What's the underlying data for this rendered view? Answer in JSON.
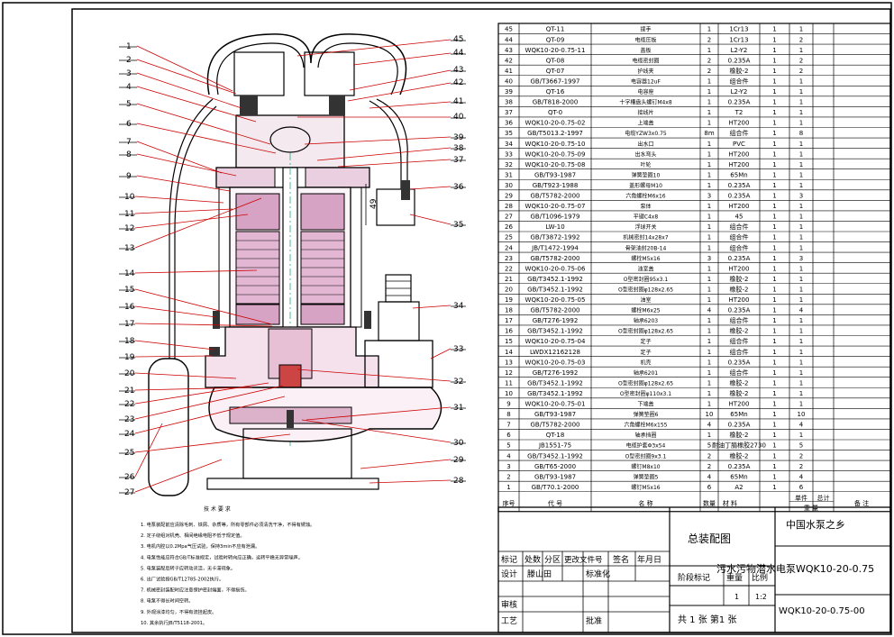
{
  "callouts_left": [
    "1",
    "2",
    "3",
    "4",
    "5",
    "6",
    "7",
    "8",
    "9",
    "10",
    "11",
    "12",
    "13",
    "14",
    "15",
    "16",
    "17",
    "18",
    "19",
    "20",
    "21",
    "22",
    "23",
    "24",
    "25",
    "26",
    "27"
  ],
  "callouts_right": [
    "45",
    "44",
    "43",
    "42",
    "41",
    "40",
    "39",
    "38",
    "37",
    "36",
    "35",
    "34",
    "33",
    "32",
    "31",
    "30",
    "29",
    "28"
  ],
  "dimension": "49",
  "sub_caption": "技 术 要 求",
  "notes": [
    "1. 电泵装配前应清除毛刺、铁屑、杂质等，所有零部件必须清洗干净，不得有锈蚀。",
    "2. 定子绕组对机壳、相间绝缘电阻不低于规定值。",
    "3. 电机内腔以0.2Mpa气压试验，保持3min不应有泄漏。",
    "4. 电泵性能应符合GB/T标准规定，试验时转向应正确，运转平稳无异常噪声。",
    "5. 电泵装配后转子应转动灵活，无卡滞现象。",
    "6. 出厂试验按GB/T12785-2002执行。",
    "7. 机械密封装配时应注意保护密封端面，不得损伤。",
    "8. 电泵不得长时间空转。",
    "9. 外观涂漆均匀，不得有流挂起皮。",
    "10. 其余执行JB/T5118-2001。"
  ],
  "bom": {
    "rows": [
      {
        "no": "45",
        "code": "QT-11",
        "name": "提手",
        "qty": "1",
        "mat": "1Cr13",
        "u": "1",
        "t": "1"
      },
      {
        "no": "44",
        "code": "QT-09",
        "name": "电缆压板",
        "qty": "2",
        "mat": "1Cr13",
        "u": "1",
        "t": "2"
      },
      {
        "no": "43",
        "code": "WQK10-20-0.75-11",
        "name": "盖板",
        "qty": "1",
        "mat": "L2-Y2",
        "u": "1",
        "t": "1"
      },
      {
        "no": "42",
        "code": "QT-08",
        "name": "电缆密封圈",
        "qty": "2",
        "mat": "0.235A",
        "u": "1",
        "t": "2"
      },
      {
        "no": "41",
        "code": "QT-07",
        "name": "护线夹",
        "qty": "2",
        "mat": "橡胶-2",
        "u": "1",
        "t": "2"
      },
      {
        "no": "40",
        "code": "GB/T3667-1997",
        "name": "电容器12uF",
        "qty": "1",
        "mat": "组合件",
        "u": "1",
        "t": "1"
      },
      {
        "no": "39",
        "code": "QT-16",
        "name": "电容座",
        "qty": "1",
        "mat": "L2-Y2",
        "u": "1",
        "t": "1"
      },
      {
        "no": "38",
        "code": "GB/T818-2000",
        "name": "十字槽盘头螺钉M4x8",
        "qty": "1",
        "mat": "0.235A",
        "u": "1",
        "t": "1"
      },
      {
        "no": "37",
        "code": "QT-0",
        "name": "接线片",
        "qty": "1",
        "mat": "T2",
        "u": "1",
        "t": "1"
      },
      {
        "no": "36",
        "code": "WQK10-20-0.75-02",
        "name": "上端盖",
        "qty": "1",
        "mat": "HT200",
        "u": "1",
        "t": "1"
      },
      {
        "no": "35",
        "code": "GB/T5013.2-1997",
        "name": "电缆YZW3x0.75",
        "qty": "8m",
        "mat": "组合件",
        "u": "1",
        "t": "8"
      },
      {
        "no": "34",
        "code": "WQK10-20-0.75-10",
        "name": "出水口",
        "qty": "1",
        "mat": "PVC",
        "u": "1",
        "t": "1"
      },
      {
        "no": "33",
        "code": "WQK10-20-0.75-09",
        "name": "出水弯头",
        "qty": "1",
        "mat": "HT200",
        "u": "1",
        "t": "1"
      },
      {
        "no": "32",
        "code": "WQK10-20-0.75-08",
        "name": "叶轮",
        "qty": "1",
        "mat": "HT200",
        "u": "1",
        "t": "1"
      },
      {
        "no": "31",
        "code": "GB/T93-1987",
        "name": "弹簧垫圈10",
        "qty": "1",
        "mat": "65Mn",
        "u": "1",
        "t": "1"
      },
      {
        "no": "30",
        "code": "GB/T923-1988",
        "name": "盖形螺母M10",
        "qty": "1",
        "mat": "0.235A",
        "u": "1",
        "t": "1"
      },
      {
        "no": "29",
        "code": "GB/T5782-2000",
        "name": "六角螺栓M6x16",
        "qty": "3",
        "mat": "0.235A",
        "u": "1",
        "t": "3"
      },
      {
        "no": "28",
        "code": "WQK10-20-0.75-07",
        "name": "泵体",
        "qty": "1",
        "mat": "HT200",
        "u": "1",
        "t": "1"
      },
      {
        "no": "27",
        "code": "GB/T1096-1979",
        "name": "平键C4x8",
        "qty": "1",
        "mat": "45",
        "u": "1",
        "t": "1"
      },
      {
        "no": "26",
        "code": "LW-10",
        "name": "浮球开关",
        "qty": "1",
        "mat": "组合件",
        "u": "1",
        "t": "1"
      },
      {
        "no": "25",
        "code": "GB/T3872-1992",
        "name": "机械密封14x28x7",
        "qty": "1",
        "mat": "组合件",
        "u": "1",
        "t": "1"
      },
      {
        "no": "24",
        "code": "JB/T1472-1994",
        "name": "骨架油封20B-14",
        "qty": "1",
        "mat": "组合件",
        "u": "1",
        "t": "1"
      },
      {
        "no": "23",
        "code": "GB/T5782-2000",
        "name": "螺栓M5x16",
        "qty": "3",
        "mat": "0.235A",
        "u": "1",
        "t": "3"
      },
      {
        "no": "22",
        "code": "WQK10-20-0.75-06",
        "name": "油室盖",
        "qty": "1",
        "mat": "HT200",
        "u": "1",
        "t": "1"
      },
      {
        "no": "21",
        "code": "GB/T3452.1-1992",
        "name": "O型密封圈95x3.1",
        "qty": "1",
        "mat": "橡胶-2",
        "u": "1",
        "t": "1"
      },
      {
        "no": "20",
        "code": "GB/T3452.1-1992",
        "name": "O型密封圈φ128x2.65",
        "qty": "1",
        "mat": "橡胶-2",
        "u": "1",
        "t": "1"
      },
      {
        "no": "19",
        "code": "WQK10-20-0.75-05",
        "name": "油室",
        "qty": "1",
        "mat": "HT200",
        "u": "1",
        "t": "1"
      },
      {
        "no": "18",
        "code": "GB/T5782-2000",
        "name": "螺栓M6x25",
        "qty": "4",
        "mat": "0.235A",
        "u": "1",
        "t": "4"
      },
      {
        "no": "17",
        "code": "GB/T276-1992",
        "name": "轴承6203",
        "qty": "1",
        "mat": "组合件",
        "u": "1",
        "t": "1"
      },
      {
        "no": "16",
        "code": "GB/T3452.1-1992",
        "name": "O型密封圈φ128x2.65",
        "qty": "1",
        "mat": "橡胶-2",
        "u": "1",
        "t": "1"
      },
      {
        "no": "15",
        "code": "WQK10-20-0.75-04",
        "name": "定子",
        "qty": "1",
        "mat": "组合件",
        "u": "1",
        "t": "1"
      },
      {
        "no": "14",
        "code": "LWDX12162128",
        "name": "定子",
        "qty": "1",
        "mat": "组合件",
        "u": "1",
        "t": "1"
      },
      {
        "no": "13",
        "code": "WQK10-20-0.75-03",
        "name": "机壳",
        "qty": "1",
        "mat": "0.235A",
        "u": "1",
        "t": "1"
      },
      {
        "no": "12",
        "code": "GB/T276-1992",
        "name": "轴承6201",
        "qty": "1",
        "mat": "组合件",
        "u": "1",
        "t": "1"
      },
      {
        "no": "11",
        "code": "GB/T3452.1-1992",
        "name": "O型密封圈φ128x2.65",
        "qty": "1",
        "mat": "橡胶-2",
        "u": "1",
        "t": "1"
      },
      {
        "no": "10",
        "code": "GB/T3452.1-1992",
        "name": "O型密封圈φ110x3.1",
        "qty": "1",
        "mat": "橡胶-2",
        "u": "1",
        "t": "1"
      },
      {
        "no": "9",
        "code": "WQK10-20-0.75-01",
        "name": "下端盖",
        "qty": "1",
        "mat": "HT200",
        "u": "1",
        "t": "1"
      },
      {
        "no": "8",
        "code": "GB/T93-1987",
        "name": "弹簧垫圈6",
        "qty": "10",
        "mat": "65Mn",
        "u": "1",
        "t": "10"
      },
      {
        "no": "7",
        "code": "GB/T5782-2000",
        "name": "六角螺栓M6x155",
        "qty": "4",
        "mat": "0.235A",
        "u": "1",
        "t": "4"
      },
      {
        "no": "6",
        "code": "QT-18",
        "name": "轴承挡圈",
        "qty": "1",
        "mat": "橡胶-2",
        "u": "1",
        "t": "1"
      },
      {
        "no": "5",
        "code": "JB1551-75",
        "name": "电缆护套Φ3x54",
        "qty": "5",
        "mat": "耐油丁腈橡胶2730",
        "u": "1",
        "t": "5"
      },
      {
        "no": "4",
        "code": "GB/T3452.1-1992",
        "name": "O型密封圈9x3.1",
        "qty": "2",
        "mat": "橡胶-2",
        "u": "1",
        "t": "2"
      },
      {
        "no": "3",
        "code": "GB/T65-2000",
        "name": "螺钉M8x10",
        "qty": "2",
        "mat": "0.235A",
        "u": "1",
        "t": "2"
      },
      {
        "no": "2",
        "code": "GB/T93-1987",
        "name": "弹簧垫圈5",
        "qty": "4",
        "mat": "65Mn",
        "u": "1",
        "t": "4"
      },
      {
        "no": "1",
        "code": "GB/T70.1-2000",
        "name": "螺钉M5x16",
        "qty": "6",
        "mat": "A2",
        "u": "1",
        "t": "6"
      }
    ],
    "header": {
      "no": "序号",
      "code": "代 号",
      "name": "名 称",
      "qty": "数量",
      "mat": "材 料",
      "unit": "单件",
      "total": "总计",
      "weight": "重 量",
      "remark": "备 注"
    }
  },
  "title_block": {
    "company": "中国水泵之乡",
    "assembly": "总装配图",
    "product": "污水污物潜水电泵WQK10-20-0.75",
    "drawing_no": "WQK10-20-0.75-00",
    "labels": {
      "mark": "标记",
      "count": "处数",
      "zone": "分区",
      "doc": "更改文件号",
      "sign": "签名",
      "date": "年月日",
      "design": "设计",
      "standard": "标准化",
      "review": "审核",
      "process": "工艺",
      "approve": "批准",
      "stage": "阶段标记",
      "weight": "重量",
      "scale": "比例"
    },
    "designer": "滕山田",
    "qty": "1",
    "scale": "1:2",
    "sheets": "共 1 张 第1 张"
  }
}
